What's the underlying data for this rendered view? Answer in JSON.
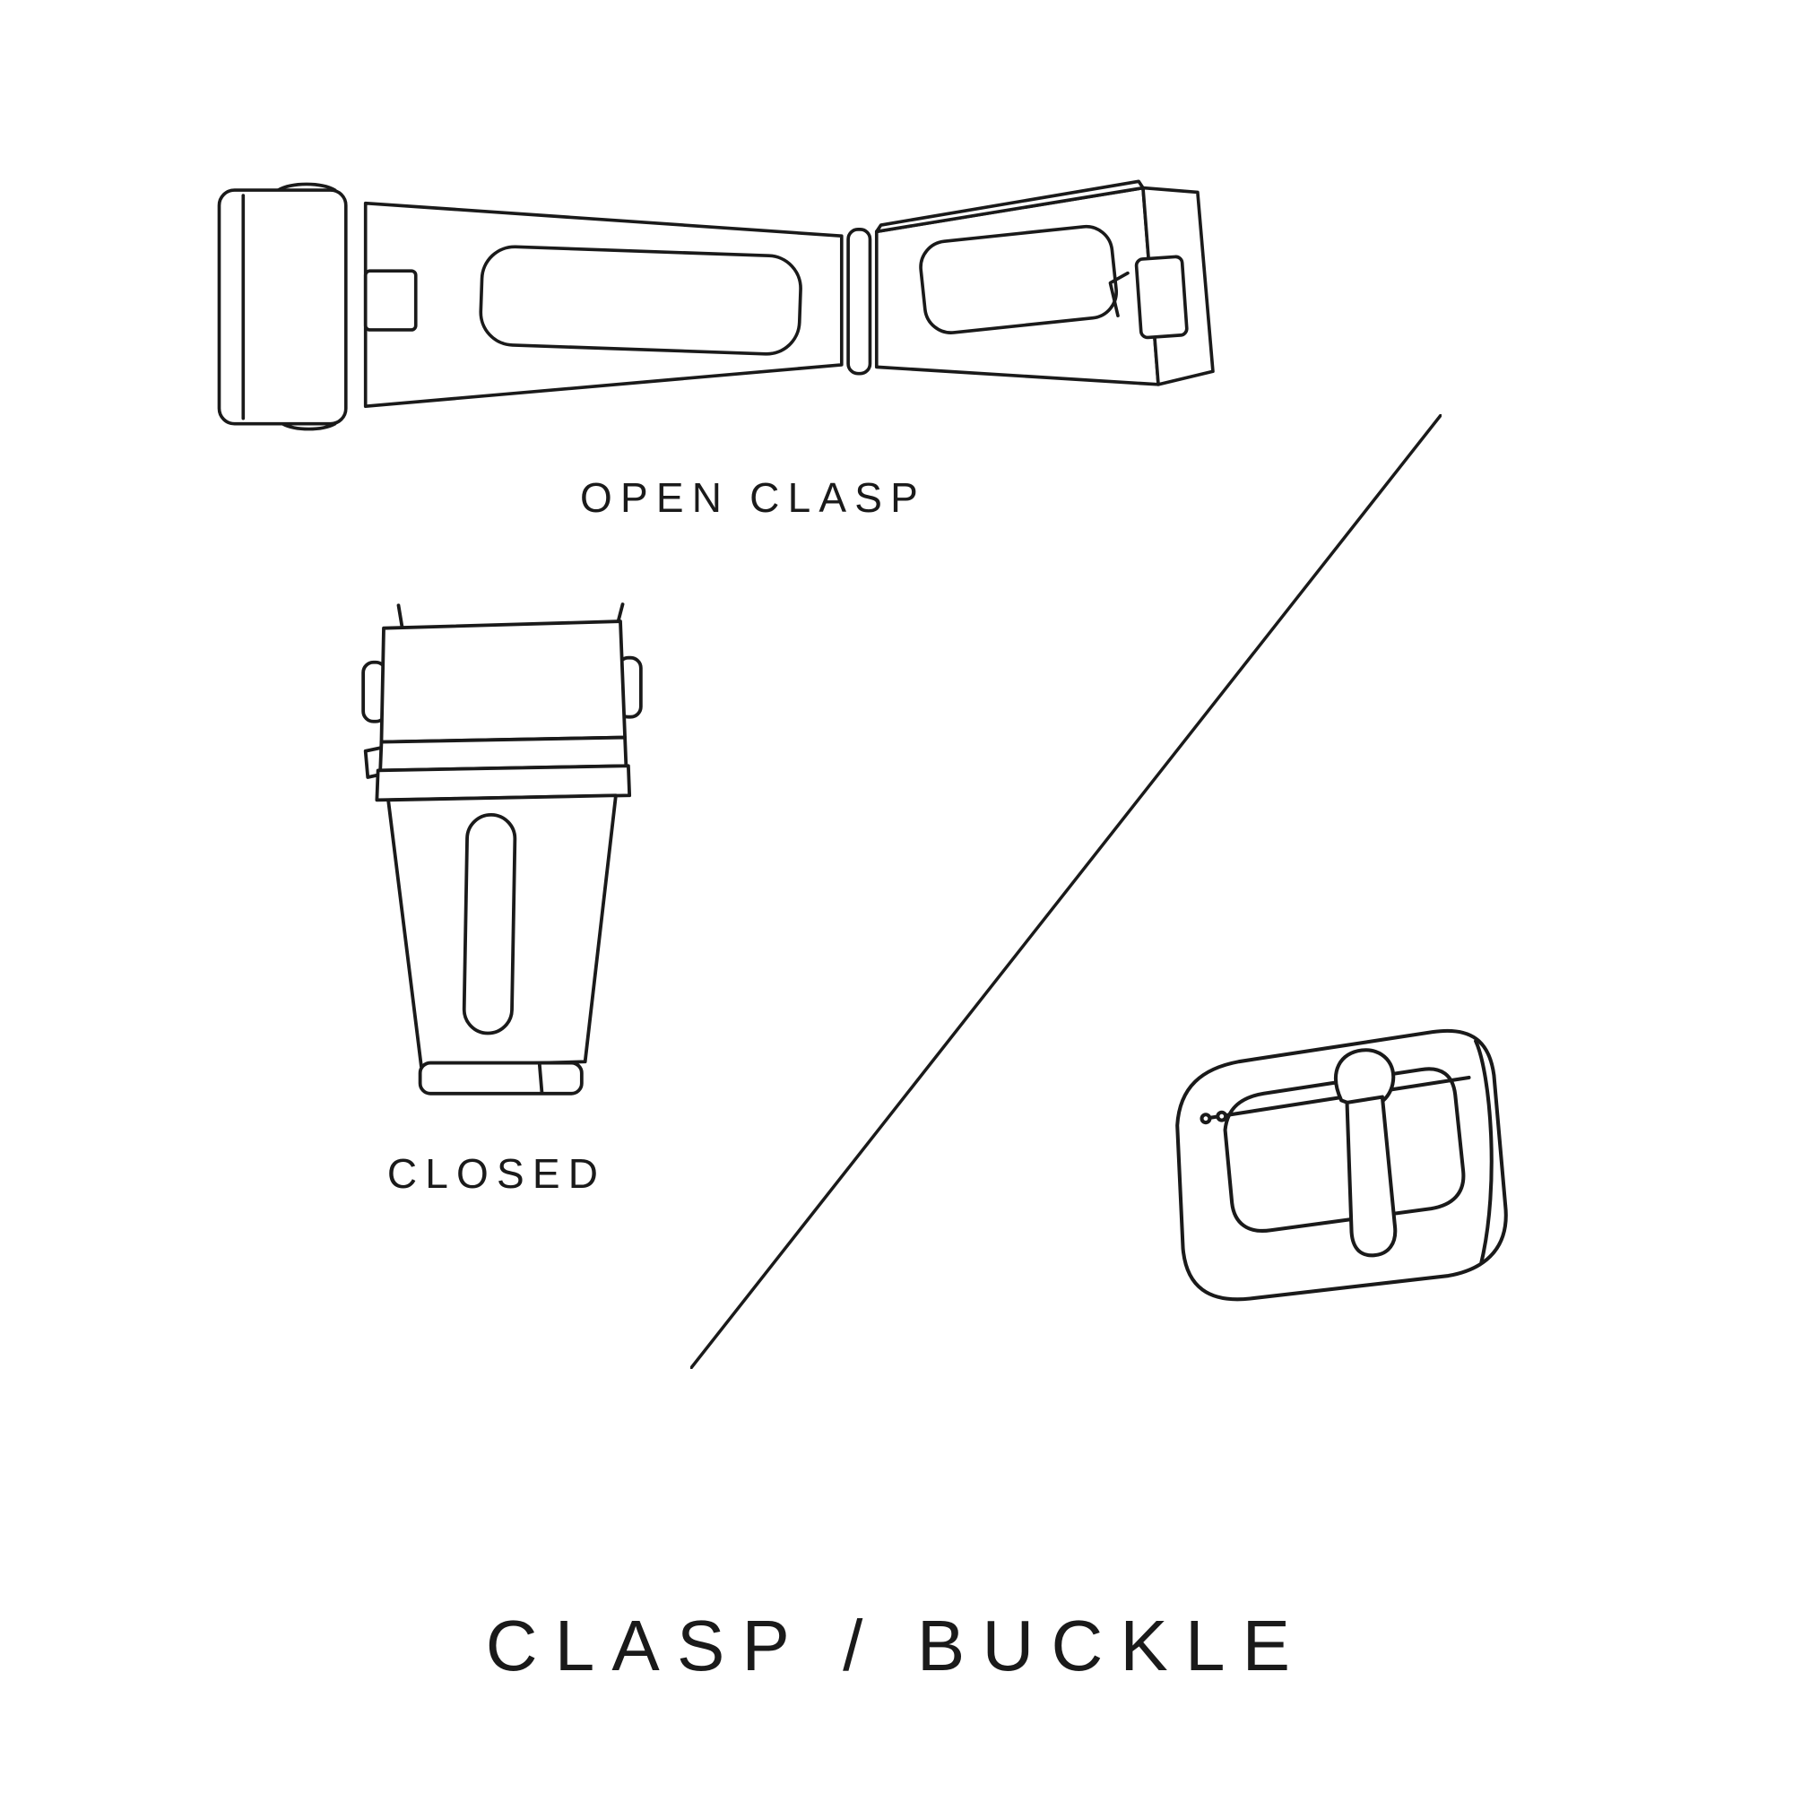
{
  "page": {
    "title": "CLASP / BUCKLE",
    "background_color": "#ffffff",
    "line_color": "#1a1a1a"
  },
  "figures": {
    "open_clasp": {
      "icon": "open-clasp-illustration",
      "label": "OPEN CLASP"
    },
    "closed_clasp": {
      "icon": "closed-clasp-illustration",
      "label": "CLOSED"
    },
    "buckle": {
      "icon": "tang-buckle-illustration"
    }
  },
  "divider": {
    "icon": "divider-line"
  }
}
